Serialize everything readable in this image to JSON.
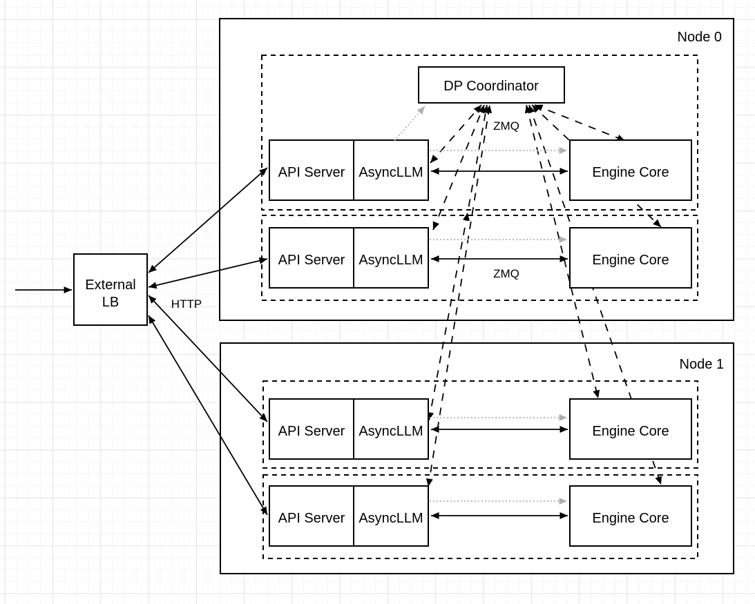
{
  "diagram": {
    "external_lb": {
      "line1": "External",
      "line2": "LB"
    },
    "dp_coordinator": {
      "label": "DP Coordinator"
    },
    "nodes": [
      {
        "label": "Node 0",
        "rows": [
          {
            "api_server": "API Server",
            "async_llm": "AsyncLLM",
            "engine_core": "Engine Core"
          },
          {
            "api_server": "API Server",
            "async_llm": "AsyncLLM",
            "engine_core": "Engine Core"
          }
        ]
      },
      {
        "label": "Node 1",
        "rows": [
          {
            "api_server": "API Server",
            "async_llm": "AsyncLLM",
            "engine_core": "Engine Core"
          },
          {
            "api_server": "API Server",
            "async_llm": "AsyncLLM",
            "engine_core": "Engine Core"
          }
        ]
      }
    ],
    "edge_labels": {
      "http": "HTTP",
      "zmq_row1": "ZMQ",
      "zmq_row2": "ZMQ"
    },
    "edges": [
      {
        "from": "client",
        "to": "External LB",
        "style": "solid-arrow"
      },
      {
        "from": "External LB",
        "to": "each API Server (4x)",
        "style": "solid-bidirectional",
        "label": "HTTP"
      },
      {
        "from": "AsyncLLM",
        "to": "Engine Core (per row)",
        "style": "solid-bidirectional",
        "label": "ZMQ"
      },
      {
        "from": "AsyncLLM (each row)",
        "to": "DP Coordinator",
        "style": "dashed-bidirectional",
        "label": "ZMQ"
      },
      {
        "from": "DP Coordinator",
        "to": "Engine Core (each row)",
        "style": "dashed-bidirectional"
      },
      {
        "from": "AsyncLLM",
        "to": "Engine Core (per row)",
        "style": "gray-dotted-arrow"
      },
      {
        "from": "AsyncLLM (node 0 row 1)",
        "to": "DP Coordinator",
        "style": "gray-dotted-arrow"
      }
    ],
    "colors": {
      "stroke": "#000000",
      "gray_arrow": "#b0b0b0",
      "fill": "#ffffff"
    }
  }
}
